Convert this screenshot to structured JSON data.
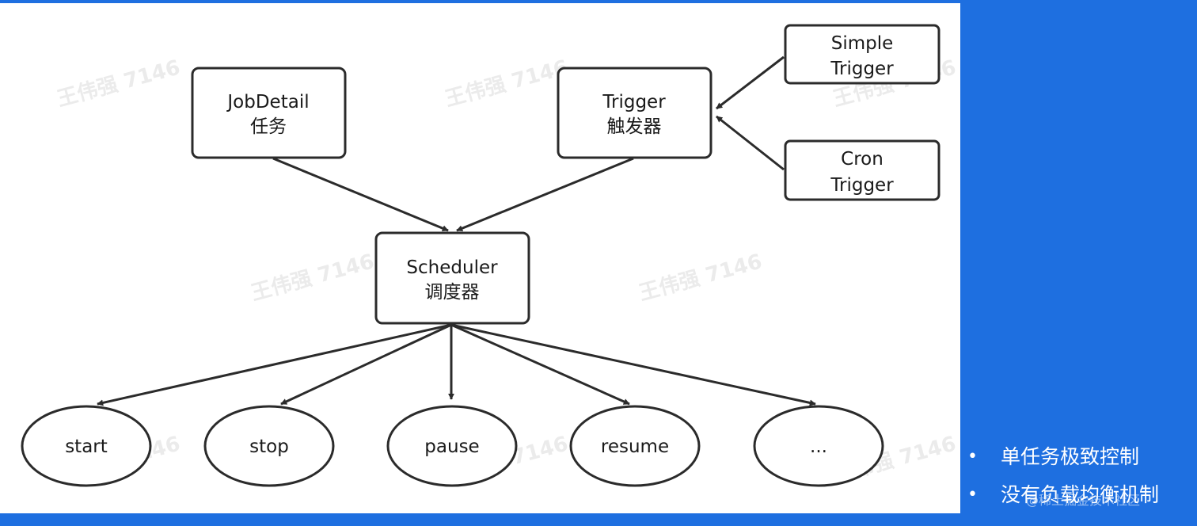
{
  "watermark": "王伟强 7146",
  "nodes": {
    "jobdetail": [
      "JobDetail",
      "任务"
    ],
    "trigger": [
      "Trigger",
      "触发器"
    ],
    "simple_trigger": [
      "Simple",
      "Trigger"
    ],
    "cron_trigger": [
      "Cron",
      "Trigger"
    ],
    "scheduler": [
      "Scheduler",
      "调度器"
    ]
  },
  "actions": [
    "start",
    "stop",
    "pause",
    "resume",
    "..."
  ],
  "bullets": [
    "单任务极致控制",
    "没有负载均衡机制"
  ],
  "footer": "@稀土掘金技术社区",
  "colors": {
    "background": "#1e6fe0",
    "canvas": "#ffffff",
    "stroke": "#2b2b2b"
  }
}
